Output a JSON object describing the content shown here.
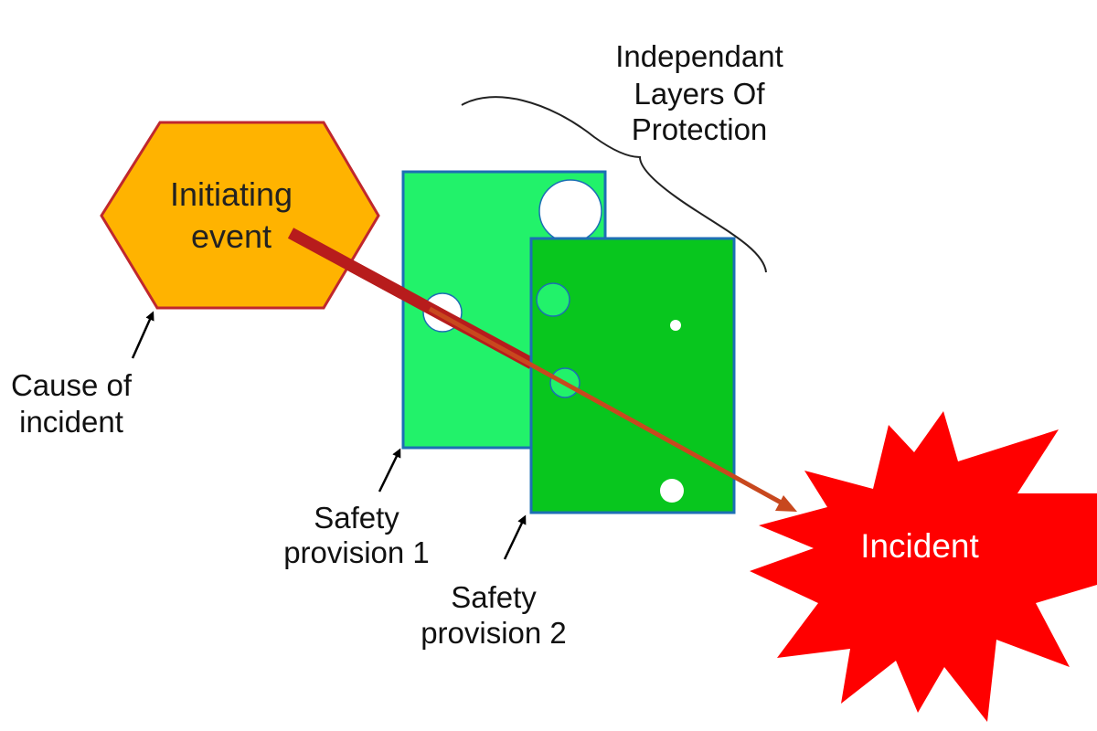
{
  "labels": {
    "ilop_line1": "Independant",
    "ilop_line2": "Layers Of",
    "ilop_line3": "Protection",
    "initiating_line1": "Initiating",
    "initiating_line2": "event",
    "cause_line1": "Cause of",
    "cause_line2": "incident",
    "sp1_line1": "Safety",
    "sp1_line2": "provision 1",
    "sp2_line1": "Safety",
    "sp2_line2": "provision 2",
    "incident": "Incident"
  },
  "colors": {
    "hexagon_fill": "#FFB300",
    "hexagon_stroke": "#C0272D",
    "layer1_fill": "#22F26A",
    "layer2_fill": "#08C61E",
    "layer_stroke": "#1C6FB4",
    "path_thick": "#B71C1C",
    "path_thin": "#C8481E",
    "incident_fill": "#FF0000",
    "brace": "#222222",
    "pointer": "#000000"
  }
}
